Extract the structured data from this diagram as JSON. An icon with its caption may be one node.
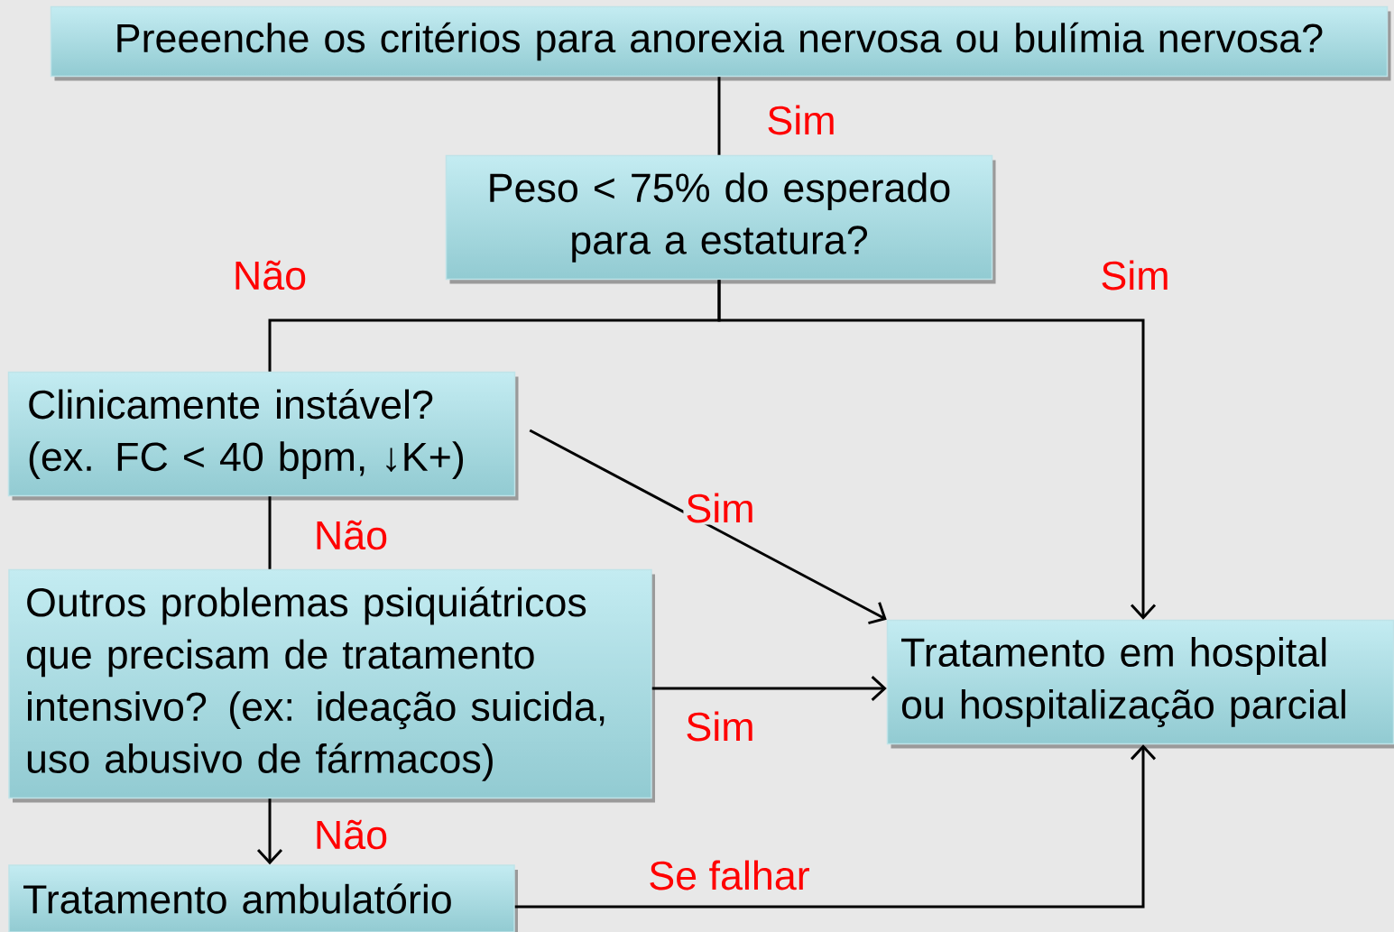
{
  "diagram": {
    "nodes": [
      {
        "text": [
          "Preeenche os critérios para anorexia nervosa ou bulímia nervosa?"
        ]
      },
      {
        "text": [
          "Peso < 75% do esperado para a estatura?"
        ]
      },
      {
        "text": [
          "Clinicamente instável? (ex. FC < 40 bpm, ↓K+)"
        ]
      },
      {
        "text": [
          "Outros problemas psiquiátricos que precisam de tratamento intensivo? (ex: ideação suicida, uso abusivo de fármacos)"
        ]
      },
      {
        "text": [
          "Tratamento ambulatório"
        ]
      },
      {
        "text": [
          "Tratamento em hospital ou hospitalização parcial"
        ]
      }
    ],
    "edges": [
      {
        "from": 0,
        "to": 1,
        "arrow": "none",
        "label": "Sim"
      },
      {
        "from": 1,
        "to": 2,
        "arrow": "none",
        "label": "Não"
      },
      {
        "from": 1,
        "to": 5,
        "arrow": "to",
        "label": "Sim"
      },
      {
        "from": 2,
        "to": 5,
        "arrow": "to",
        "label": "Sim"
      },
      {
        "from": 3,
        "to": 5,
        "arrow": "to",
        "label": "Sim"
      },
      {
        "from": 2,
        "to": 3,
        "arrow": "none",
        "label": "Não"
      },
      {
        "from": 3,
        "to": 4,
        "arrow": "to",
        "label": "Não"
      },
      {
        "from": 4,
        "to": 5,
        "arrow": "to",
        "label": "Se falhar"
      }
    ]
  }
}
